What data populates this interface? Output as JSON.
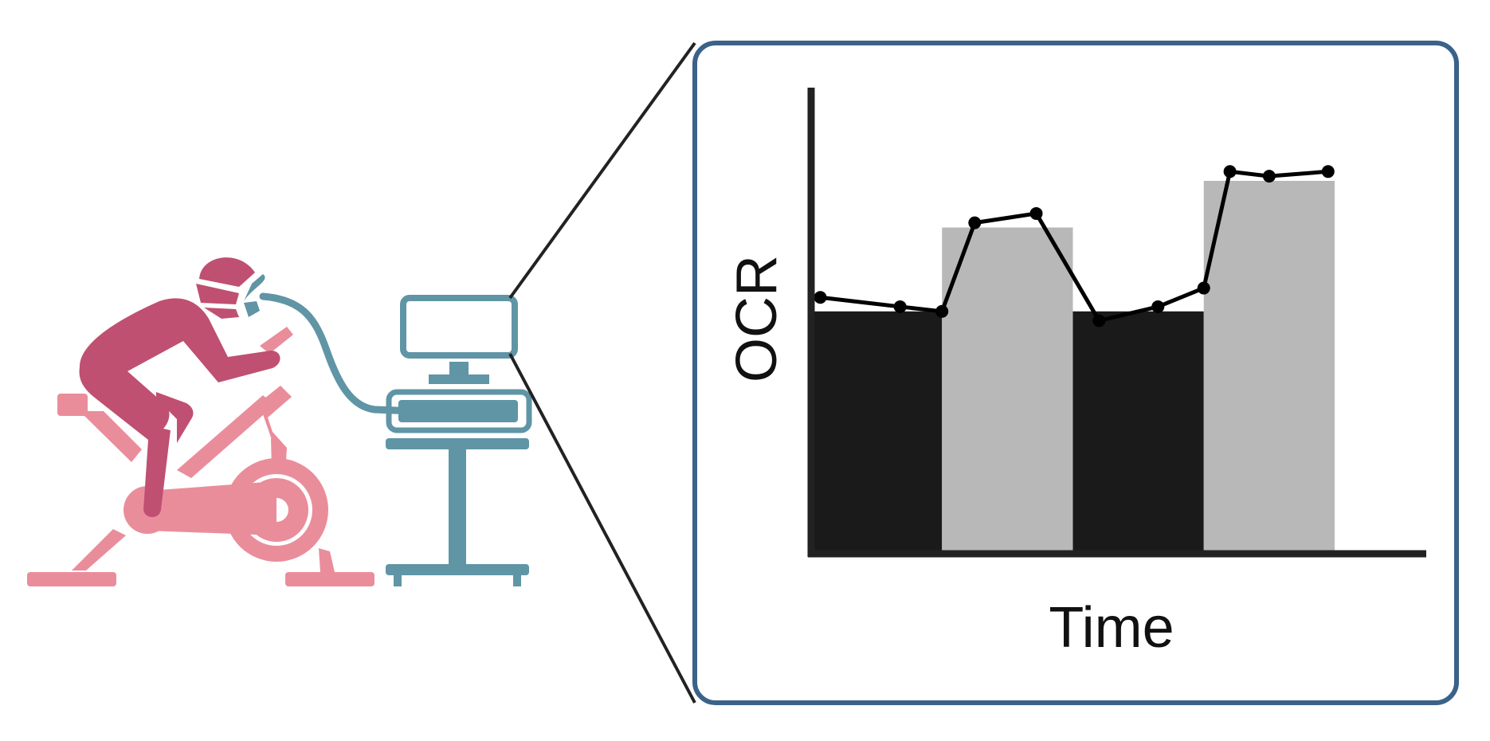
{
  "figure": {
    "colors": {
      "cyclist": "#bf5071",
      "bike": "#ea8d9b",
      "equipment": "#6095a6",
      "panel_border": "#3b6289",
      "connector": "#222222",
      "dark_bar": "#1a1a1a",
      "light_bar": "#b8b8b8",
      "line": "#000000",
      "axis": "#222222"
    },
    "icons": {
      "cyclist": "person-on-exercise-bike-icon",
      "cart": "metabolic-cart-icon"
    }
  },
  "chart_data": {
    "type": "bar",
    "xlabel": "Time",
    "ylabel": "OCR",
    "ylim": [
      0,
      100
    ],
    "bars": [
      {
        "shade": "dark",
        "x_start": 0,
        "x_end": 1,
        "value": 52
      },
      {
        "shade": "light",
        "x_start": 1,
        "x_end": 2,
        "value": 70
      },
      {
        "shade": "dark",
        "x_start": 2,
        "x_end": 3,
        "value": 52
      },
      {
        "shade": "light",
        "x_start": 3,
        "x_end": 4,
        "value": 80
      }
    ],
    "series": [
      {
        "type": "line",
        "points": [
          [
            0.07,
            55
          ],
          [
            0.68,
            53
          ],
          [
            1.0,
            52
          ],
          [
            1.25,
            71
          ],
          [
            1.72,
            73
          ],
          [
            2.2,
            50
          ],
          [
            2.65,
            53
          ],
          [
            3.0,
            57
          ],
          [
            3.2,
            82
          ],
          [
            3.5,
            81
          ],
          [
            3.95,
            82
          ]
        ]
      }
    ],
    "xlim": [
      0,
      4.7
    ],
    "grid": false,
    "legend": "none"
  }
}
